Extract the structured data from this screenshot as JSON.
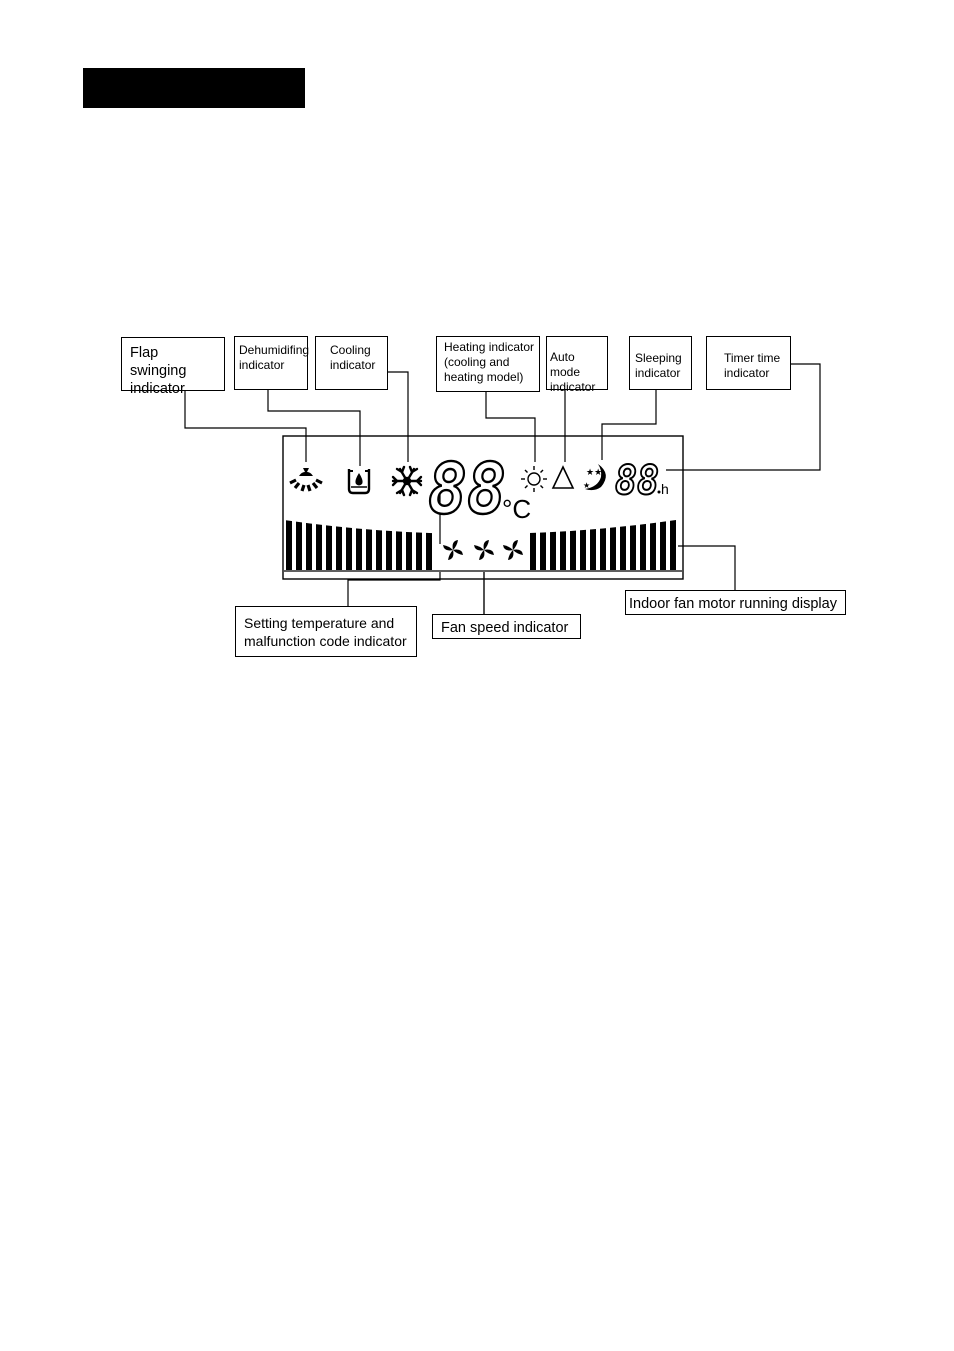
{
  "callouts": {
    "flap": "Flap swinging\nindicator",
    "dehumid": "Dehumidifing\nindicator",
    "cooling": "Cooling\nindicator",
    "heating": "Heating indicator\n(cooling and\nheating model)",
    "auto": "Auto mode\nindicator",
    "sleeping": "Sleeping\nindicator",
    "timer": "Timer time\nindicator",
    "setting_temp": "Setting temperature and\nmalfunction code indicator",
    "fan_speed": "Fan speed indicator",
    "indoor_fan": "Indoor fan motor running display"
  },
  "display": {
    "temp_digits": "88",
    "temp_unit": "°C",
    "timer_digits": "88",
    "timer_unit": "h"
  },
  "icons": {
    "flap": "flap-swing-icon",
    "dehumid": "water-drop-icon",
    "cooling": "snowflake-icon",
    "heating": "sun-icon",
    "auto": "triangle-icon",
    "sleeping": "moon-stars-icon",
    "fan": "fan-icon"
  },
  "colors": {
    "ink": "#000000",
    "background": "#ffffff"
  }
}
